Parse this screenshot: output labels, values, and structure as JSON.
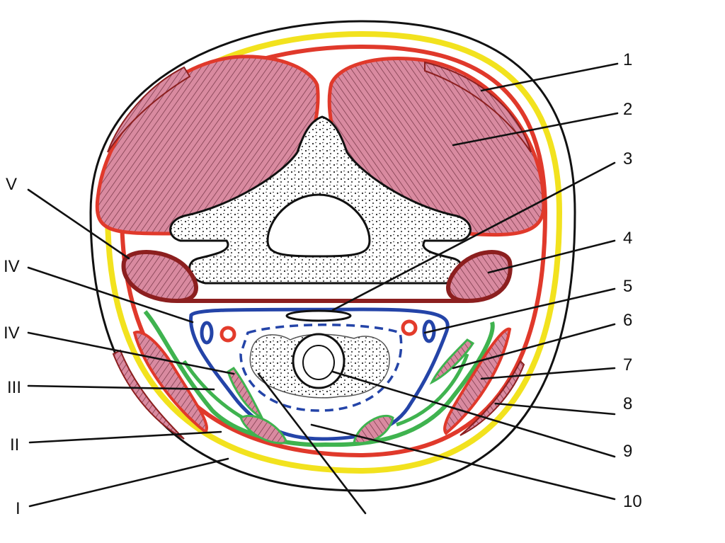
{
  "labels": {
    "right": [
      "1",
      "2",
      "3",
      "4",
      "5",
      "6",
      "7",
      "8",
      "9",
      "10"
    ],
    "left": [
      "V",
      "IV",
      "IV",
      "III",
      "II",
      "I"
    ]
  },
  "colors": {
    "skin_outline": "#111111",
    "superficial_fascia": "#f2e21e",
    "muscle_fascia": "#e0392b",
    "deep_fascia": "#8c1f1f",
    "pretracheal_fascia": "#2444a8",
    "prevertebral_fascia": "#3fb34f",
    "muscle_fill": "#d9869e",
    "vessel_red": "#e33b2b",
    "vessel_blue": "#2444a8",
    "leader_line": "#111111"
  }
}
